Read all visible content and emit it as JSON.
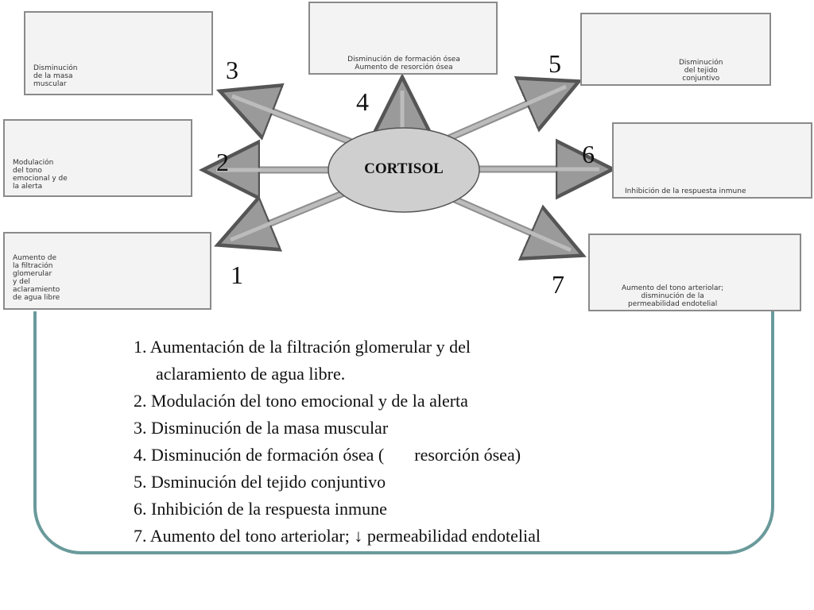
{
  "center": {
    "label": "CORTISOL"
  },
  "branches": [
    {
      "number": "1",
      "caption": "Aumento de\nla filtración\nglomerular\ny del\naclaramiento\nde agua libre"
    },
    {
      "number": "2",
      "caption": "Modulación\ndel tono\nemocional y de\nla alerta"
    },
    {
      "number": "3",
      "caption": "Disminución\nde la masa\nmuscular"
    },
    {
      "number": "4",
      "caption": "Disminución de formación ósea\nAumento de resorción ósea"
    },
    {
      "number": "5",
      "caption": "Disminución\ndel tejido\nconjuntivo"
    },
    {
      "number": "6",
      "caption": "Inhibición de la respuesta inmune"
    },
    {
      "number": "7",
      "caption": "Aumento del tono arteriolar;\ndisminución de la\npermeabilidad endotelial"
    }
  ],
  "list": {
    "item1_a": "1. Aumentación de la filtración glomerular y del",
    "item1_b": "aclaramiento de agua libre.",
    "item2": "2. Modulación del tono emocional y de la alerta",
    "item3": "3. Disminución de la masa muscular",
    "item4_a": "4. Disminución de formación ósea (",
    "item4_b": "resorción ósea)",
    "item5": "5. Dsminución del tejido conjuntivo",
    "item6": "6. Inhibición de la respuesta inmune",
    "item7": "7.  Aumento del tono arteriolar; ↓ permeabilidad endotelial"
  },
  "colors": {
    "frame": "#6a9a9b",
    "arrow": "#9a9a9a",
    "ellipse": "#c9c9c9"
  }
}
